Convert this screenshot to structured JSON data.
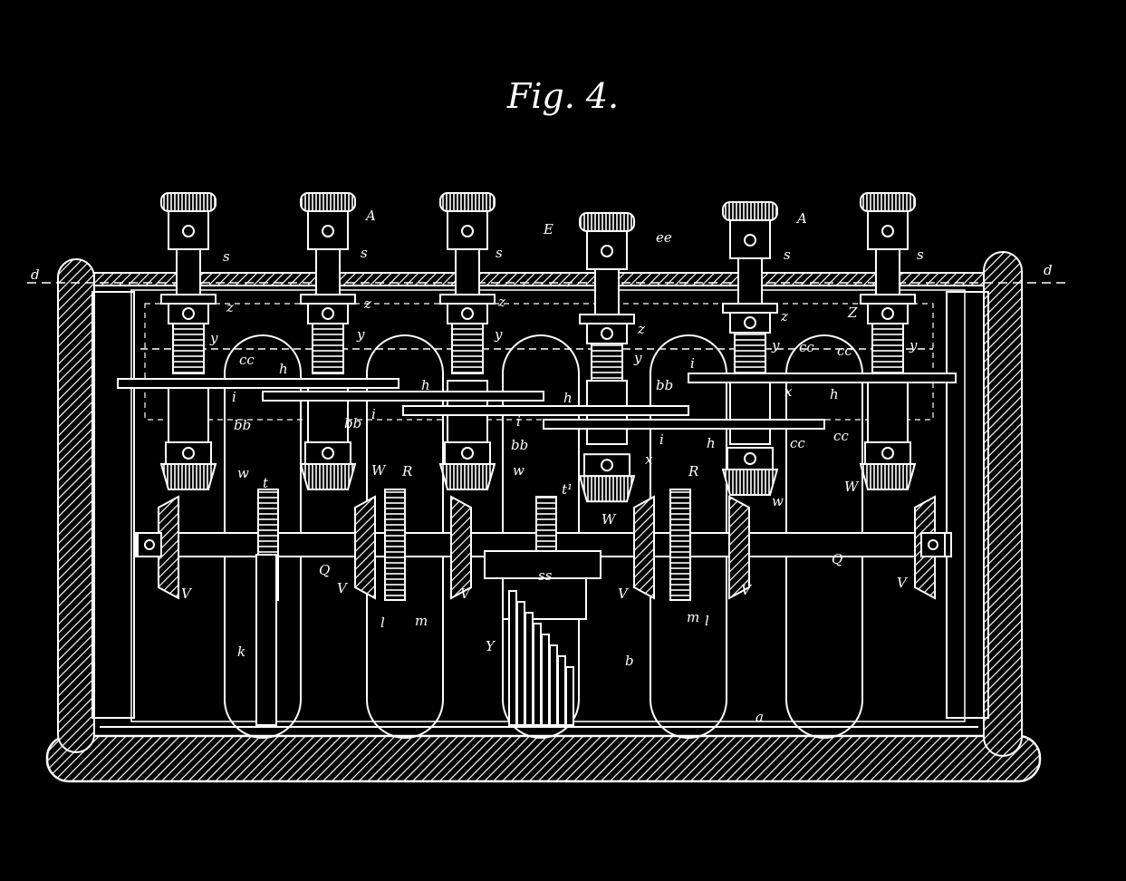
{
  "figure": {
    "title": "Fig. 4.",
    "labels": {
      "A": "A",
      "s": "s",
      "E": "E",
      "ee": "ee",
      "d": "d",
      "z": "z",
      "Z": "Z",
      "y": "y",
      "cc": "cc",
      "h": "h",
      "i": "i",
      "bb": "bb",
      "w": "w",
      "W": "W",
      "x": "x",
      "t": "t",
      "t1": "t¹",
      "R": "R",
      "V": "V",
      "Q": "Q",
      "ss": "ss",
      "l": "l",
      "m": "m",
      "k": "k",
      "Y": "Y",
      "b": "b",
      "a": "a"
    }
  },
  "colors": {
    "background": "#000000",
    "ink": "#ffffff"
  }
}
